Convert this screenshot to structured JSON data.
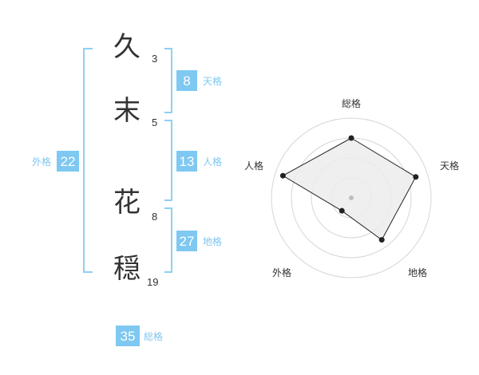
{
  "name": {
    "chars": [
      {
        "kanji": "久",
        "strokes": "3"
      },
      {
        "kanji": "末",
        "strokes": "5"
      },
      {
        "kanji": "花",
        "strokes": "8"
      },
      {
        "kanji": "穏",
        "strokes": "19"
      }
    ]
  },
  "kakusu": {
    "tenkaku": {
      "value": "8",
      "label": "天格"
    },
    "jinkaku": {
      "value": "13",
      "label": "人格"
    },
    "chikaku": {
      "value": "27",
      "label": "地格"
    },
    "gaikaku": {
      "value": "22",
      "label": "外格"
    },
    "soukaku": {
      "value": "35",
      "label": "総格"
    }
  },
  "colors": {
    "accent": "#7ec8f2",
    "bracket": "#8dd0f4",
    "text": "#333333"
  },
  "chart_data": {
    "type": "radar",
    "axes": [
      "総格",
      "天格",
      "地格",
      "外格",
      "人格"
    ],
    "rings": 4,
    "max": 4,
    "values": [
      3,
      3.4,
      2.6,
      0.8,
      3.6
    ],
    "grid": true
  }
}
